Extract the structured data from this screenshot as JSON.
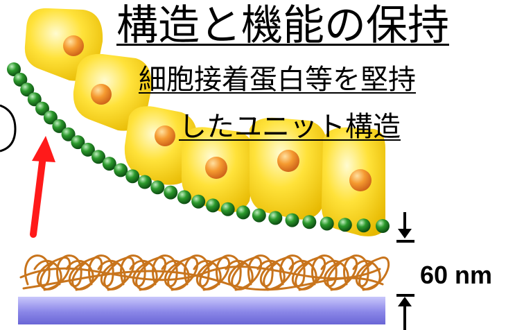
{
  "title": "構造と機能の保持",
  "subtitle_line1": "細胞接着蛋白等を堅持",
  "subtitle_line2": "したユニット構造",
  "thickness_label": "60 nm",
  "colors": {
    "cell": "#f7d000",
    "nucleus": "#f08a28",
    "bead": "#1e7a1e",
    "fiber": "#c8741c",
    "substrate": "#8a86e8",
    "arrow": "#ff1a1a"
  }
}
